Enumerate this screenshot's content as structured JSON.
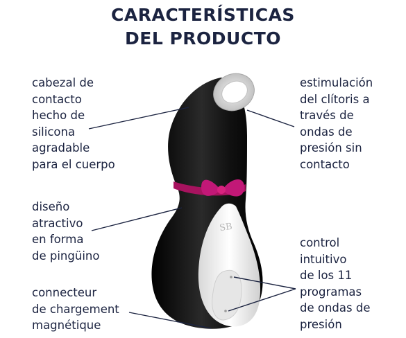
{
  "heading": {
    "line1": "CARACTERÍSTICAS",
    "line2": "DEL PRODUCTO"
  },
  "features": {
    "contact_head": [
      "cabezal de",
      "contacto",
      "hecho de",
      "silicona",
      "agradable",
      "para el cuerpo"
    ],
    "design": [
      "diseño",
      "atractivo",
      "en forma",
      "de pingüino"
    ],
    "connector": [
      "connecteur",
      "de chargement",
      "magnétique"
    ],
    "stimulation": [
      "estimulación",
      "del clítoris a",
      "través de",
      "ondas de",
      "presión sin",
      "contacto"
    ],
    "control": [
      "control",
      "intuitivo",
      "de los 11",
      "programas",
      "de ondas de",
      "presión"
    ]
  },
  "product": {
    "logo_mark": "SB",
    "colors": {
      "body": "#141414",
      "belly": "#f2f2f2",
      "bow": "#b5176e",
      "rim": "#d9d9d9"
    }
  }
}
